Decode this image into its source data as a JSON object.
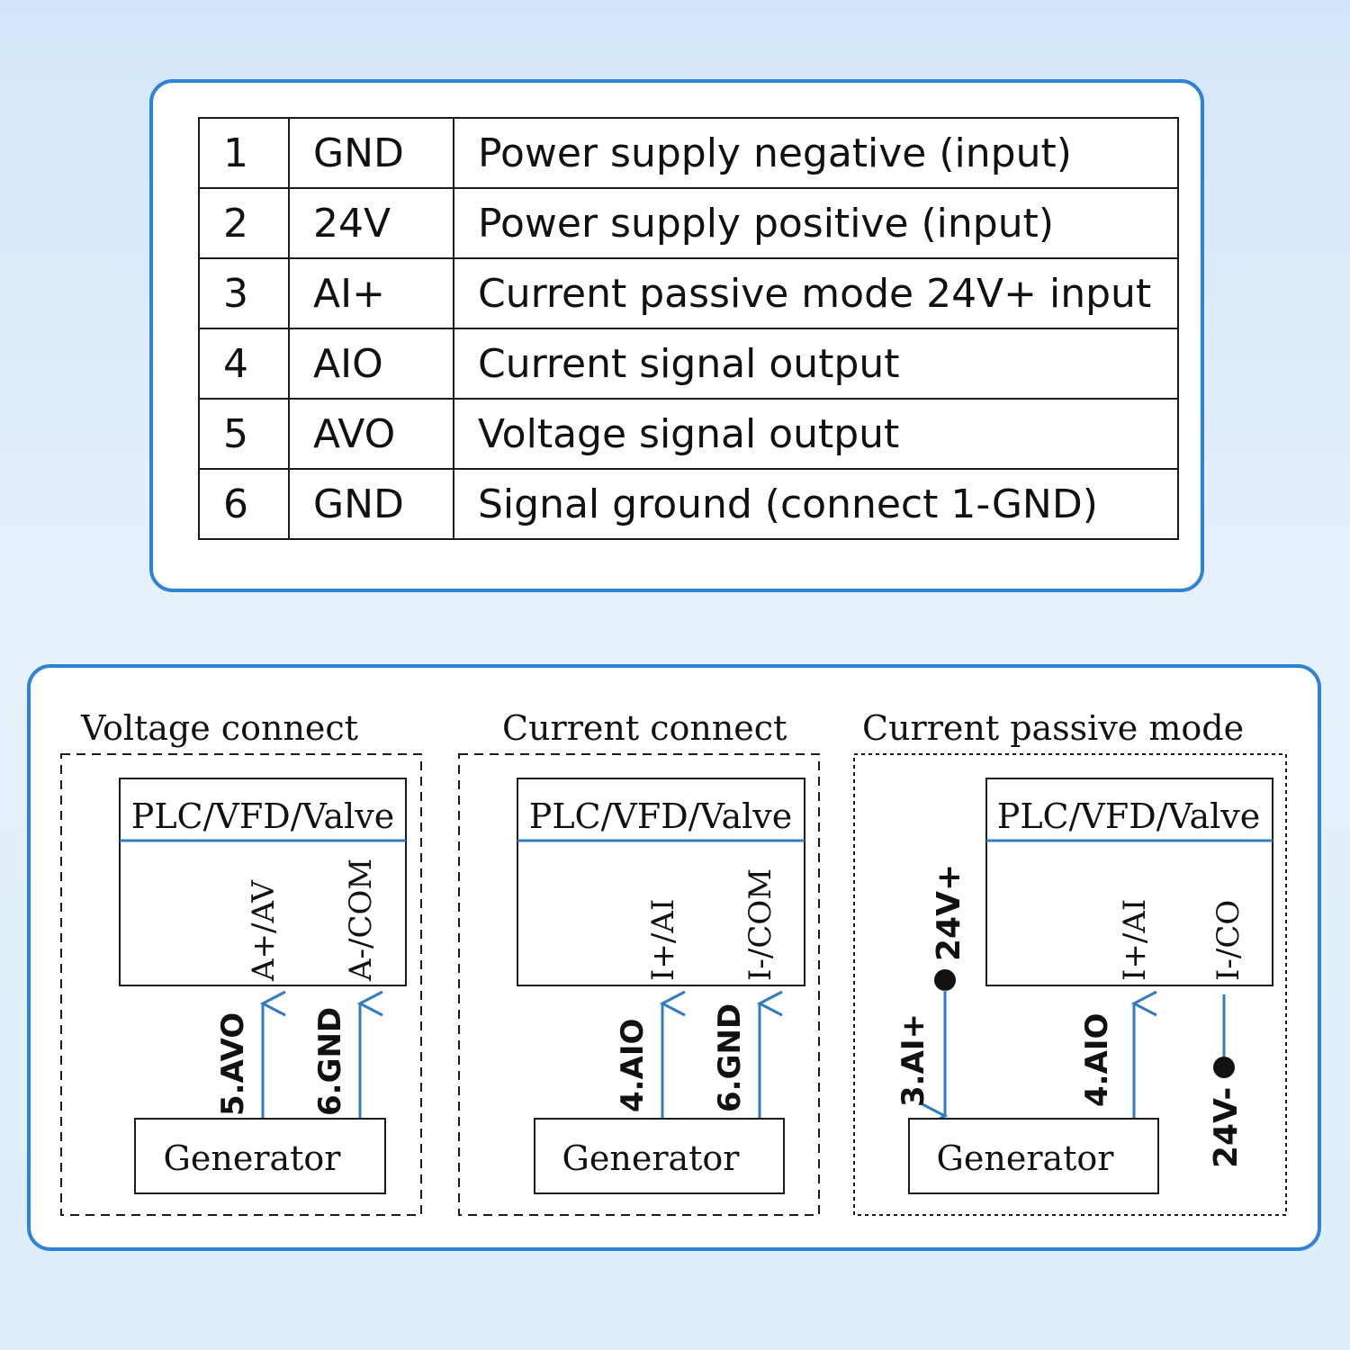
{
  "pin_table": {
    "rows": [
      {
        "num": "1",
        "name": "GND",
        "desc": "Power supply negative (input)"
      },
      {
        "num": "2",
        "name": "24V",
        "desc": "Power supply positive (input)"
      },
      {
        "num": "3",
        "name": "AI+",
        "desc": "Current passive mode 24V+ input"
      },
      {
        "num": "4",
        "name": "AIO",
        "desc": "Current signal output"
      },
      {
        "num": "5",
        "name": "AVO",
        "desc": "Voltage signal output"
      },
      {
        "num": "6",
        "name": "GND",
        "desc": "Signal ground (connect 1-GND)"
      }
    ]
  },
  "wiring": {
    "voltage": {
      "title": "Voltage connect",
      "device": "PLC/VFD/Valve",
      "term1": "A+/AV",
      "term2": "A-/COM",
      "wire1": "5.AVO",
      "wire2": "6.GND",
      "generator": "Generator"
    },
    "current": {
      "title": "Current connect",
      "device": "PLC/VFD/Valve",
      "term1": "I+/AI",
      "term2": "I-/COM",
      "wire1": "4.AIO",
      "wire2": "6.GND",
      "generator": "Generator"
    },
    "passive": {
      "title": "Current passive mode",
      "device": "PLC/VFD/Valve",
      "term1": "I+/AI",
      "term2": "I-/CO",
      "wire1": "3.AI+",
      "wire2": "4.AIO",
      "supply_pos": "24V+",
      "supply_neg": "24V-",
      "generator": "Generator"
    }
  },
  "colors": {
    "card_border": "#2f83d6",
    "wire": "#2f7bc4",
    "line": "#1a1a1a"
  }
}
